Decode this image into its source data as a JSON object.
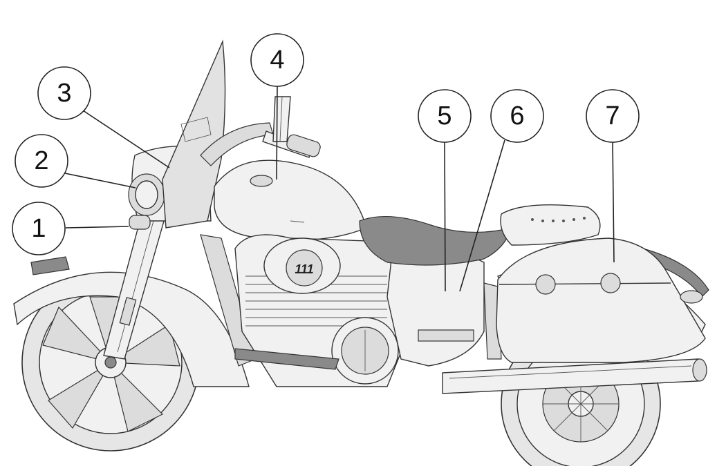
{
  "callouts": [
    {
      "id": "1",
      "label": "1"
    },
    {
      "id": "2",
      "label": "2"
    },
    {
      "id": "3",
      "label": "3"
    },
    {
      "id": "4",
      "label": "4"
    },
    {
      "id": "5",
      "label": "5"
    },
    {
      "id": "6",
      "label": "6"
    },
    {
      "id": "7",
      "label": "7"
    }
  ],
  "emblem": {
    "text": "111"
  }
}
